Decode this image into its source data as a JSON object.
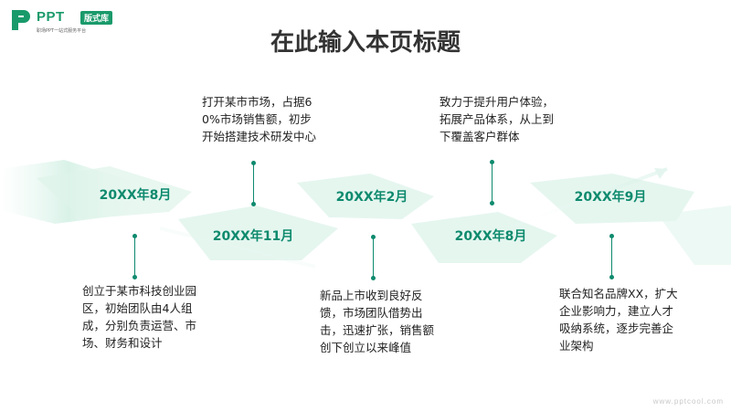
{
  "brand": {
    "name": "PPT",
    "badge": "版式库",
    "tagline": "职场PPT一站式服务平台"
  },
  "title": "在此输入本页标题",
  "timeline": [
    {
      "date": "20XX年8月",
      "desc": "创立于某市科技创业园区，初始团队由4人组成，分别负责运营、市场、财务和设计"
    },
    {
      "date": "20XX年11月",
      "desc": "打开某市市场，占据60%市场销售额，初步开始搭建技术研发中心"
    },
    {
      "date": "20XX年2月",
      "desc": "新品上市收到良好反馈，市场团队借势出击，迅速扩张，销售额创下创立以来峰值"
    },
    {
      "date": "20XX年8月",
      "desc": "致力于提升用户体验，拓展产品体系，从上到下覆盖客户群体"
    },
    {
      "date": "20XX年9月",
      "desc": "联合知名品牌XX，扩大企业影响力，建立人才吸纳系统，逐步完善企业架构"
    }
  ],
  "watermark": "www.pptcool.com",
  "colors": {
    "accent": "#0e8a6e",
    "light": "#e3f5ee"
  }
}
